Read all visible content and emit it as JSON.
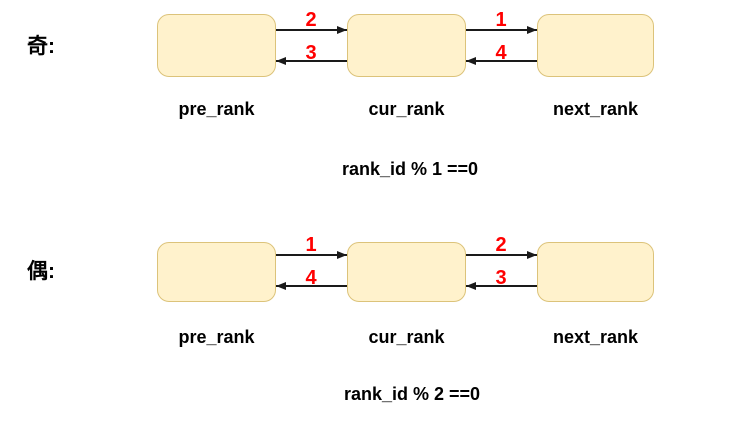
{
  "colors": {
    "box_fill": "#FFF2CC",
    "box_stroke": "#DCC37A",
    "arrow_color": "#1a1a1a",
    "number_color": "#FF0000",
    "text_color": "#000000"
  },
  "rows": [
    {
      "side_label": "奇:",
      "node_labels": [
        "pre_rank",
        "cur_rank",
        "next_rank"
      ],
      "gaps": [
        {
          "forward_label": "2",
          "forward_direction": "right",
          "backward_label": "3",
          "backward_direction": "left"
        },
        {
          "forward_label": "1",
          "forward_direction": "right",
          "backward_label": "4",
          "backward_direction": "left"
        }
      ],
      "caption": "rank_id % 1 ==0"
    },
    {
      "side_label": "偶:",
      "node_labels": [
        "pre_rank",
        "cur_rank",
        "next_rank"
      ],
      "gaps": [
        {
          "forward_label": "1",
          "forward_direction": "right",
          "backward_label": "4",
          "backward_direction": "left"
        },
        {
          "forward_label": "2",
          "forward_direction": "right",
          "backward_label": "3",
          "backward_direction": "left"
        }
      ],
      "caption": "rank_id % 2 ==0"
    }
  ]
}
